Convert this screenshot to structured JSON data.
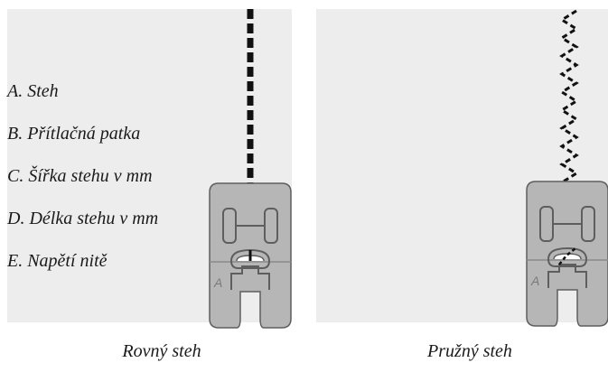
{
  "legend": {
    "items": [
      "A. Steh",
      "B. Přítlačná patka",
      "C. Šířka stehu v mm",
      "D. Délka stehu v mm",
      "E. Napětí nitě"
    ]
  },
  "captions": {
    "left": "Rovný steh",
    "right": "Pružný steh"
  },
  "foot_marking": "A",
  "colors": {
    "background": "#ededed",
    "stitch": "#111111",
    "foot_fill": "#b6b6b6",
    "foot_outline": "#5e5e5e"
  },
  "icons": [
    "presser-foot-icon",
    "straight-stitch-icon",
    "zigzag-stitch-icon"
  ]
}
